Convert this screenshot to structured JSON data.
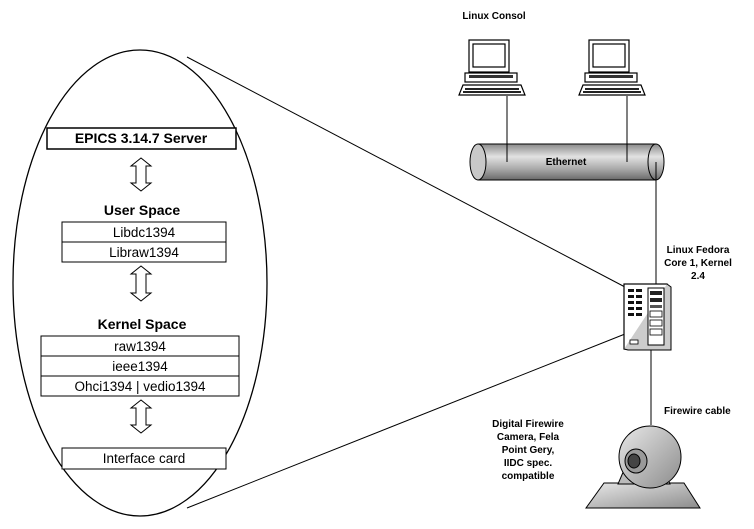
{
  "diagram": {
    "linux_console_label": "Linux Consol",
    "ethernet_label": "Ethernet",
    "server_label_lines": [
      "Linux Fedora",
      "Core 1, Kernel",
      "2.4"
    ],
    "firewire_cable_label": "Firewire cable",
    "camera_label_lines": [
      "Digital Firewire",
      "Camera, Fela",
      "Point Gery,",
      "IIDC spec.",
      "compatible"
    ],
    "stack": {
      "epics_server": "EPICS 3.14.7 Server",
      "user_space_title": "User Space",
      "user_space_items": [
        "Libdc1394",
        "Libraw1394"
      ],
      "kernel_space_title": "Kernel Space",
      "kernel_space_items": [
        "raw1394",
        "ieee1394",
        "Ohci1394 | vedio1394"
      ],
      "interface_card": "Interface card"
    }
  }
}
